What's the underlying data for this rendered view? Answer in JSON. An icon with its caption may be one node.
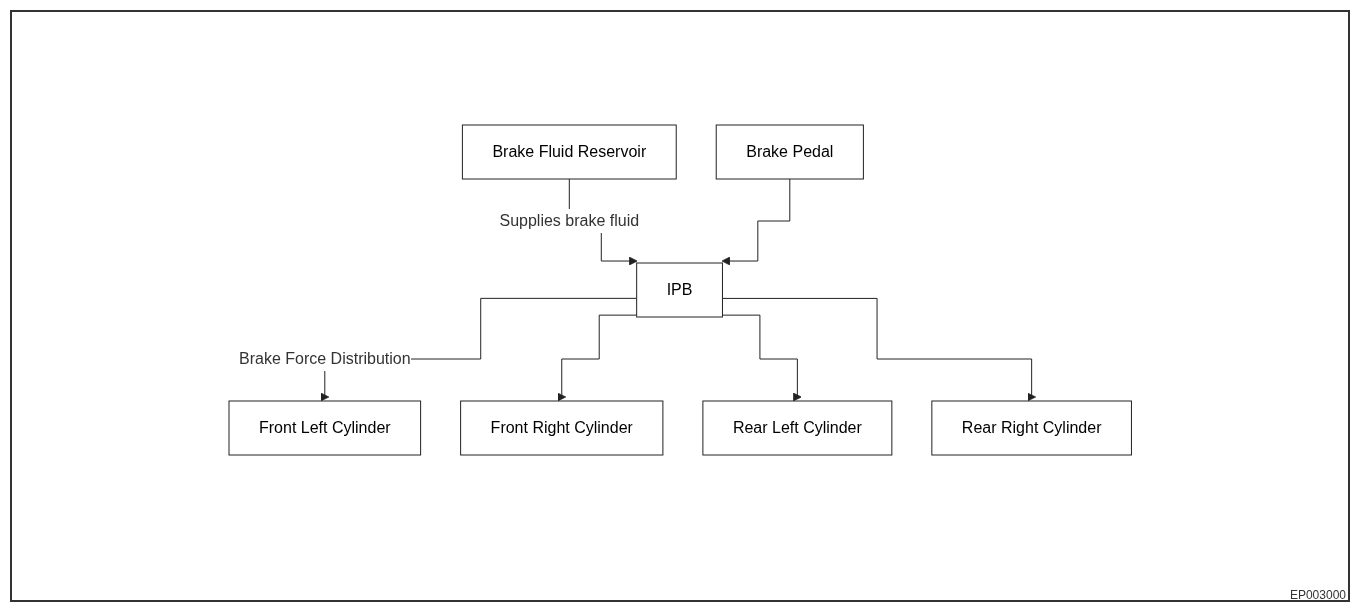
{
  "diagram": {
    "nodes": [
      {
        "text": [
          "Brake Fluid Reservoir"
        ]
      },
      {
        "text": [
          "Brake Pedal"
        ]
      },
      {
        "text": [
          "IPB"
        ]
      },
      {
        "text": [
          "Front Left Cylinder"
        ]
      },
      {
        "text": [
          "Front Right Cylinder"
        ]
      },
      {
        "text": [
          "Rear Left Cylinder"
        ]
      },
      {
        "text": [
          "Rear Right Cylinder"
        ]
      }
    ],
    "edges": [
      {
        "from": 0,
        "to": 2,
        "arrow": "to",
        "label": "Supplies brake fluid"
      },
      {
        "from": 1,
        "to": 2,
        "arrow": "to"
      },
      {
        "from": 2,
        "to": 3,
        "arrow": "to",
        "label": "Brake Force Distribution"
      },
      {
        "from": 2,
        "to": 4,
        "arrow": "to"
      },
      {
        "from": 2,
        "to": 5,
        "arrow": "to"
      },
      {
        "from": 2,
        "to": 6,
        "arrow": "to"
      }
    ],
    "labels": [
      "EP003000"
    ]
  }
}
